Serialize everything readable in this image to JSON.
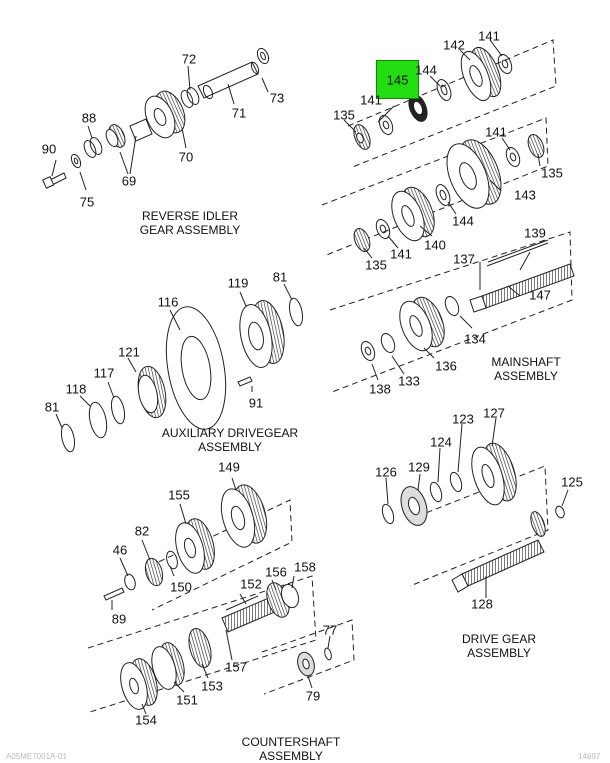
{
  "assemblies": {
    "reverse_idler": [
      "REVERSE IDLER",
      "GEAR ASSEMBLY"
    ],
    "auxiliary_drivegear": [
      "AUXILIARY DRIVEGEAR",
      "ASSEMBLY"
    ],
    "mainshaft": [
      "MAINSHAFT",
      "ASSEMBLY"
    ],
    "drive_gear": [
      "DRIVE GEAR",
      "ASSEMBLY"
    ],
    "countershaft": [
      "COUNTERSHAFT",
      "ASSEMBLY"
    ]
  },
  "highlighted_part": "145",
  "callouts": {
    "p72": "72",
    "p73": "73",
    "p71": "71",
    "p88": "88",
    "p90": "90",
    "p70": "70",
    "p69": "69",
    "p75": "75",
    "p142": "142",
    "p141a": "141",
    "p144a": "144",
    "p141b": "141",
    "p135a": "135",
    "p141c": "141",
    "p135b": "135",
    "p143": "143",
    "p144b": "144",
    "p140": "140",
    "p141d": "141",
    "p135c": "135",
    "p139": "139",
    "p137": "137",
    "p147": "147",
    "p134": "134",
    "p136": "136",
    "p133": "133",
    "p138": "138",
    "p116": "116",
    "p119": "119",
    "p81a": "81",
    "p121": "121",
    "p117": "117",
    "p118": "118",
    "p81b": "81",
    "p91": "91",
    "p149": "149",
    "p155": "155",
    "p82": "82",
    "p46": "46",
    "p150": "150",
    "p89": "89",
    "p127": "127",
    "p123": "123",
    "p124": "124",
    "p126": "126",
    "p129": "129",
    "p125": "125",
    "p128": "128",
    "p152": "152",
    "p156": "156",
    "p158": "158",
    "p77": "77",
    "p157": "157",
    "p153": "153",
    "p151": "151",
    "p154": "154",
    "p79": "79"
  },
  "footer": {
    "left": "A05ME7001A-01",
    "right": "14697"
  }
}
